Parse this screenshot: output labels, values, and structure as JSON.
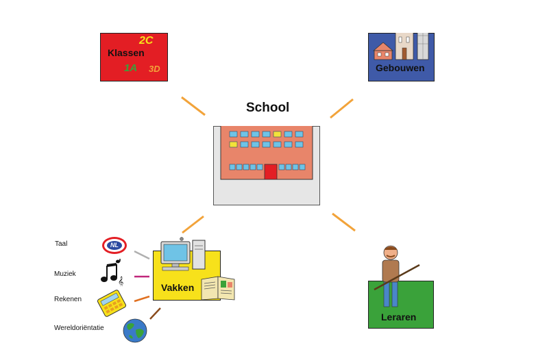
{
  "center": {
    "title": "School"
  },
  "nodes": {
    "klassen": {
      "label": "Klassen",
      "tags": [
        "2C",
        "1A",
        "3D"
      ],
      "color": "#e31e24"
    },
    "gebouwen": {
      "label": "Gebouwen",
      "color": "#3f5aa8"
    },
    "vakken": {
      "label": "Vakken",
      "color": "#f7e11b"
    },
    "leraren": {
      "label": "Leraren",
      "color": "#3aa23a"
    }
  },
  "subjects": [
    {
      "label": "Taal",
      "icon": "nl-badge-icon",
      "badge": "NL"
    },
    {
      "label": "Muziek",
      "icon": "music-notes-icon"
    },
    {
      "label": "Rekenen",
      "icon": "calculator-icon"
    },
    {
      "label": "Wereldoriëntatie",
      "icon": "globe-icon"
    }
  ],
  "colors": {
    "connector": "#f2a33a",
    "taal_line": "#b0b0b0",
    "muziek_line": "#c0267a",
    "rekenen_line": "#e07020",
    "wereld_line": "#8a4b1c"
  }
}
